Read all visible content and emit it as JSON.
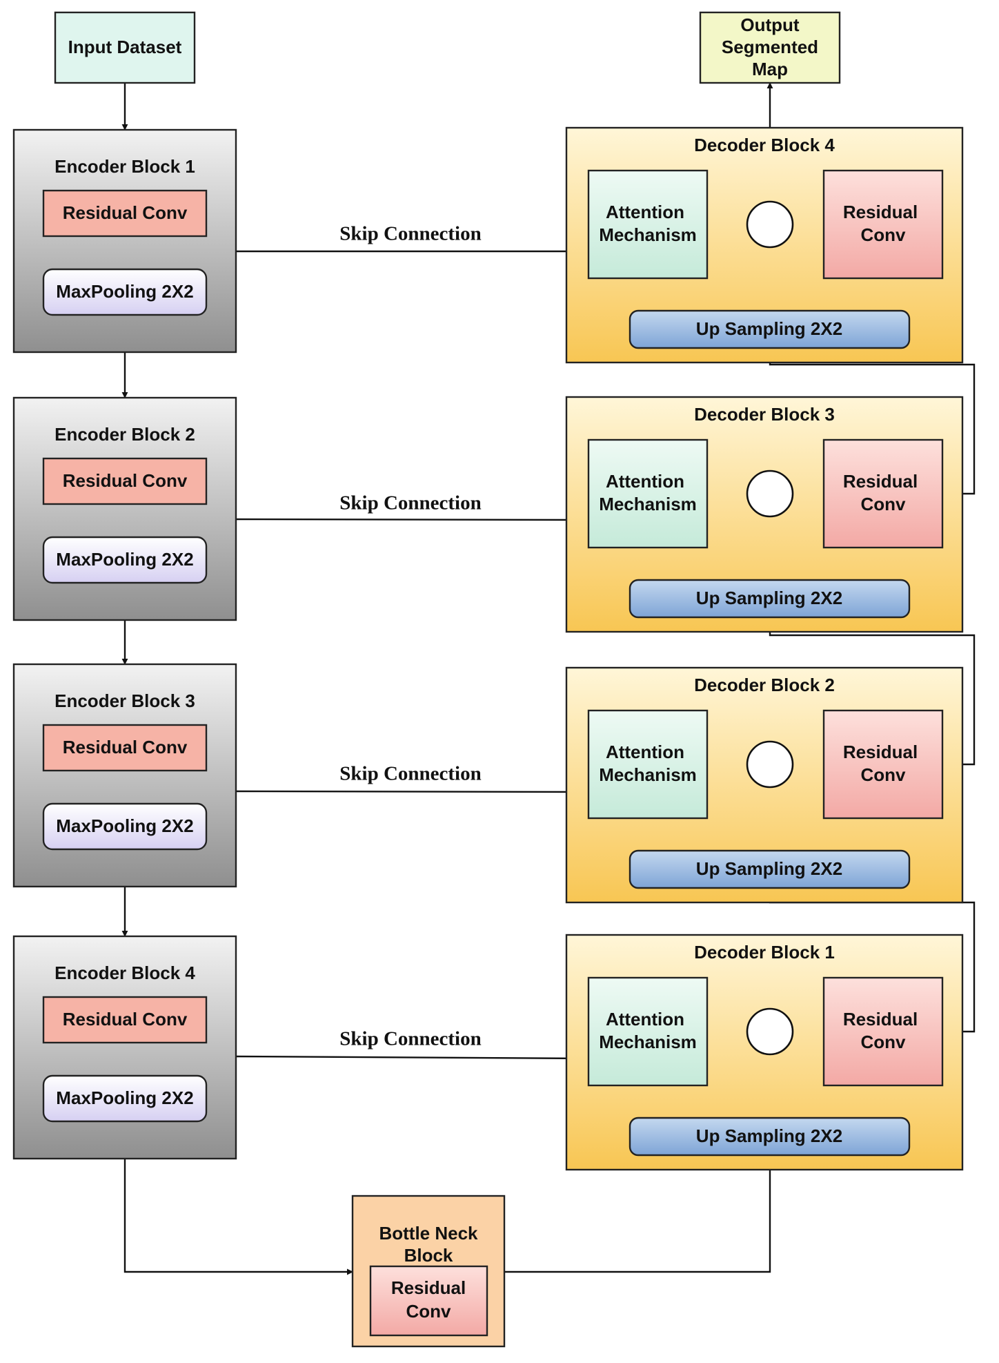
{
  "input": {
    "label": "Input Dataset"
  },
  "output": {
    "lines": [
      "Output",
      "Segmented",
      "Map"
    ]
  },
  "encoder_blocks": [
    {
      "title": "Encoder Block 1",
      "conv": "Residual Conv",
      "pool": "MaxPooling 2X2"
    },
    {
      "title": "Encoder Block 2",
      "conv": "Residual Conv",
      "pool": "MaxPooling 2X2"
    },
    {
      "title": "Encoder Block 3",
      "conv": "Residual Conv",
      "pool": "MaxPooling 2X2"
    },
    {
      "title": "Encoder Block 4",
      "conv": "Residual Conv",
      "pool": "MaxPooling 2X2"
    }
  ],
  "decoder_blocks": [
    {
      "title": "Decoder Block 4",
      "attention": [
        "Attention",
        "Mechanism"
      ],
      "conv": [
        "Residual",
        "Conv"
      ],
      "upsample": "Up Sampling 2X2"
    },
    {
      "title": "Decoder Block 3",
      "attention": [
        "Attention",
        "Mechanism"
      ],
      "conv": [
        "Residual",
        "Conv"
      ],
      "upsample": "Up Sampling 2X2"
    },
    {
      "title": "Decoder Block 2",
      "attention": [
        "Attention",
        "Mechanism"
      ],
      "conv": [
        "Residual",
        "Conv"
      ],
      "upsample": "Up Sampling 2X2"
    },
    {
      "title": "Decoder Block 1",
      "attention": [
        "Attention",
        "Mechanism"
      ],
      "conv": [
        "Residual",
        "Conv"
      ],
      "upsample": "Up Sampling 2X2"
    }
  ],
  "skip_label": "Skip Connection",
  "bottleneck": {
    "title": [
      "Bottle Neck",
      "Block"
    ],
    "conv": [
      "Residual",
      "Conv"
    ]
  },
  "colors": {
    "input_fill": "#dff5ee",
    "output_fill": "#f3f7c8",
    "encoder_top": "#f2f2f2",
    "encoder_bottom": "#8f8f8f",
    "residual_conv": "#f6b3a6",
    "maxpool_top": "#ffffff",
    "maxpool_bottom": "#d6d0f2",
    "decoder_top": "#fff6d8",
    "decoder_bottom": "#f8c653",
    "attention_top": "#eefaf4",
    "attention_bottom": "#c5ead9",
    "decoder_conv_top": "#fde0dc",
    "decoder_conv_bottom": "#f3a9a5",
    "upsample_top": "#c4d8ef",
    "upsample_bottom": "#7ea4d6",
    "bottleneck_fill": "#fbd2a6"
  }
}
